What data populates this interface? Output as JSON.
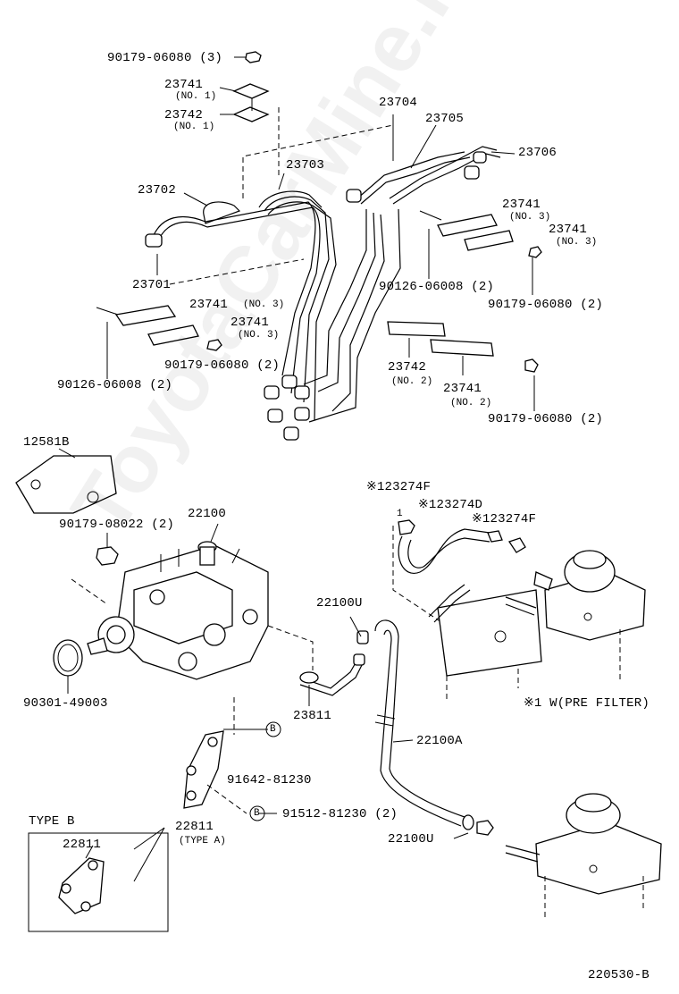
{
  "watermark": "ToyotaCarMine.ru",
  "diagram_code": "220530-B",
  "type_b": {
    "title": "TYPE B",
    "part": "22811"
  },
  "labels": {
    "p_90179_06080_3": "90179-06080 (3)",
    "p_23741_a": "23741",
    "p_23741_a_sub": "(NO. 1)",
    "p_23742_a": "23742",
    "p_23742_a_sub": "(NO. 1)",
    "p_23704": "23704",
    "p_23705": "23705",
    "p_23706": "23706",
    "p_23703": "23703",
    "p_23702": "23702",
    "p_23701": "23701",
    "p_23741_b": "23741",
    "p_23741_b_sub": "(NO. 3)",
    "p_23741_c": "23741",
    "p_23741_c_sub": "(NO. 3)",
    "p_90126_06008_2_r": "90126-06008 (2)",
    "p_90179_06080_2_r": "90179-06080 (2)",
    "p_23741_d": "23741",
    "p_23741_d_sub": "(NO. 3)",
    "p_23741_e": "23741",
    "p_23741_e_sub": "(NO. 3)",
    "p_90179_06080_2_m": "90179-06080 (2)",
    "p_90126_06008_2_l": "90126-06008 (2)",
    "p_23742_b": "23742",
    "p_23742_b_sub": "(NO. 2)",
    "p_23741_f": "23741",
    "p_23741_f_sub": "(NO. 2)",
    "p_90179_06080_2_b": "90179-06080 (2)",
    "p_12581B": "12581B",
    "p_123274F_a": "※123274F",
    "p_123274D": "※123274D",
    "p_123274F_b": "※123274F",
    "note_1": "1",
    "p_90179_08022_2": "90179-08022 (2)",
    "p_22100": "22100",
    "p_22100U_a": "22100U",
    "p_90301_49003": "90301-49003",
    "p_23811": "23811",
    "pre_filter": "※1 W(PRE FILTER)",
    "p_22100A": "22100A",
    "p_91642_81230": "91642-81230",
    "ref_b_1": "B",
    "ref_b_2": "B",
    "p_91512_81230_2": "91512-81230 (2)",
    "p_22811": "22811",
    "p_22811_sub": "(TYPE A)",
    "p_22100U_b": "22100U"
  }
}
